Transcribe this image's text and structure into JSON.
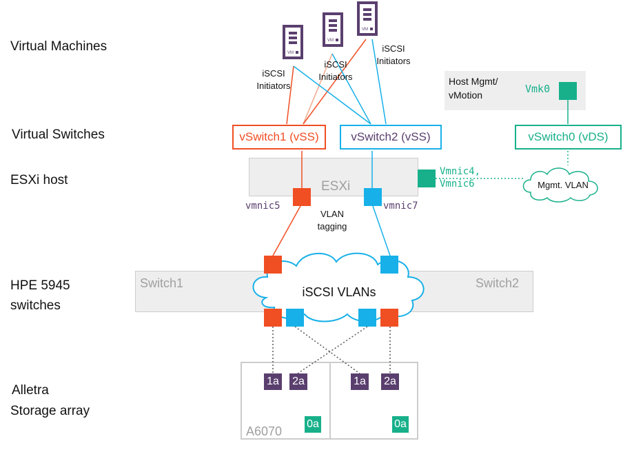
{
  "rows": {
    "vms": "Virtual Machines",
    "vswitches": "Virtual Switches",
    "esxi": "ESXi host",
    "switches_1": "HPE 5945",
    "switches_2": "switches",
    "storage_1": "Alletra",
    "storage_2": "Storage array"
  },
  "vm_tag": "VM",
  "iscsi": {
    "left_1": "iSCSI",
    "left_2": "Initiators",
    "mid_1": "iSCSI",
    "mid_2": "Initiators",
    "right_1": "iSCSI",
    "right_2": "Initiators"
  },
  "host_mgmt": {
    "line1": "Host Mgmt/",
    "line2": "vMotion",
    "vmk": "Vmk0"
  },
  "vswitches": {
    "vs1": "vSwitch1 (vSS)",
    "vs2": "vSwitch2 (vSS)",
    "vs0": "vSwitch0 (vDS)"
  },
  "esxi": {
    "label": "ESXi",
    "vmnic5": "vmnic5",
    "vmnic7": "vmnic7",
    "vmnic4_6_line1": "Vmnic4,",
    "vmnic4_6_line2": "Vmnic6",
    "vlan_1": "VLAN",
    "vlan_2": "tagging"
  },
  "mgmt_vlan": "Mgmt. VLAN",
  "switches": {
    "left": "Switch1",
    "right": "Switch2",
    "cloud": "iSCSI VLANs"
  },
  "array": {
    "name": "A6070",
    "ports": [
      "1a",
      "2a",
      "1a",
      "2a"
    ],
    "mgmt_ports": [
      "0a",
      "0a"
    ]
  },
  "colors": {
    "orange": "#f04e23",
    "blue": "#17b0e8",
    "teal": "#17b08a",
    "purple": "#5a3f6e",
    "gray_box": "#eeeeee",
    "gray_border": "#cccccc",
    "pink_line": "#f2a98c"
  }
}
